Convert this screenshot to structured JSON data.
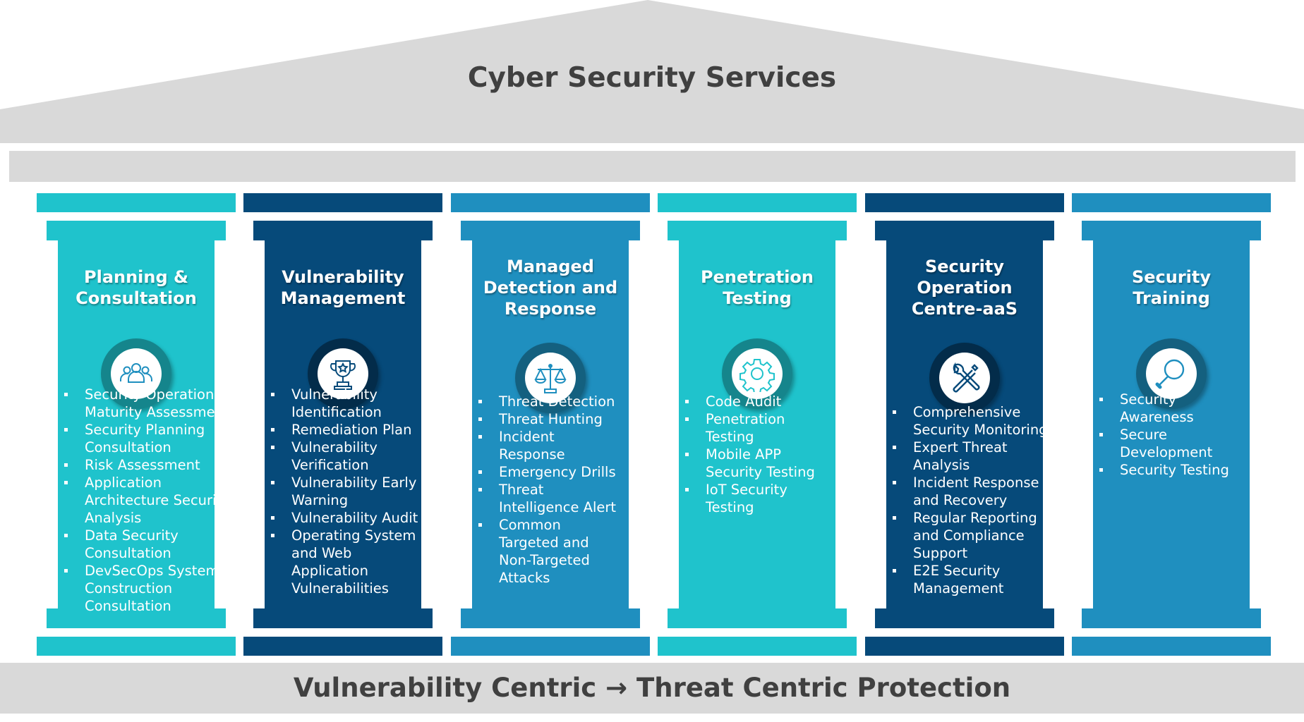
{
  "title": "Cyber Security Services",
  "foundation": "Vulnerability Centric → Threat Centric Protection",
  "colors": {
    "roof": "#d9d9d9",
    "teal": "#1fc3cc",
    "navy": "#064a7a",
    "blue": "#1f8fbf",
    "text_dark": "#404040"
  },
  "pillars": [
    {
      "title_lines": [
        "Planning &",
        "Consultation"
      ],
      "icon": "people-group-icon",
      "items": [
        [
          "Security Operations",
          "Maturity Assessment"
        ],
        [
          "Security Planning",
          "Consultation"
        ],
        [
          "Risk Assessment"
        ],
        [
          "Application",
          "Architecture Security",
          "Analysis"
        ],
        [
          "Data Security",
          "Consultation"
        ],
        [
          "DevSecOps System",
          "Construction",
          "Consultation"
        ]
      ]
    },
    {
      "title_lines": [
        "Vulnerability",
        "Management"
      ],
      "icon": "trophy-icon",
      "items": [
        [
          "Vulnerability",
          "Identification"
        ],
        [
          "Remediation Plan"
        ],
        [
          "Vulnerability",
          "Verification"
        ],
        [
          "Vulnerability Early",
          "Warning"
        ],
        [
          "Vulnerability Audit"
        ],
        [
          "Operating System",
          "and Web",
          "Application",
          "Vulnerabilities"
        ]
      ]
    },
    {
      "title_lines": [
        "Managed",
        "Detection and",
        "Response"
      ],
      "icon": "scales-icon",
      "items": [
        [
          "Threat Detection"
        ],
        [
          "Threat Hunting"
        ],
        [
          " Incident",
          "Response"
        ],
        [
          "Emergency Drills"
        ],
        [
          "Threat",
          "Intelligence Alert"
        ],
        [
          "Common",
          "Targeted and",
          "Non-Targeted",
          "Attacks"
        ]
      ]
    },
    {
      "title_lines": [
        "Penetration",
        "Testing"
      ],
      "icon": "gear-icon",
      "items": [
        [
          "Code Audit"
        ],
        [
          "Penetration",
          "Testing"
        ],
        [
          "Mobile APP",
          "Security Testing"
        ],
        [
          "IoT Security",
          "Testing"
        ]
      ]
    },
    {
      "title_lines": [
        "Security",
        "Operation",
        "Centre-aaS"
      ],
      "icon": "tools-icon",
      "items": [
        [
          "Comprehensive",
          "Security Monitoring"
        ],
        [
          "Expert Threat",
          "Analysis"
        ],
        [
          "Incident Response",
          "and Recovery"
        ],
        [
          "Regular Reporting",
          "and Compliance",
          "Support"
        ],
        [
          "E2E Security",
          "Management"
        ]
      ]
    },
    {
      "title_lines": [
        "Security",
        "Training"
      ],
      "icon": "magnifier-icon",
      "items": [
        [
          "Security",
          "Awareness"
        ],
        [
          "Secure",
          "Development"
        ],
        [
          "Security Testing"
        ]
      ]
    }
  ]
}
